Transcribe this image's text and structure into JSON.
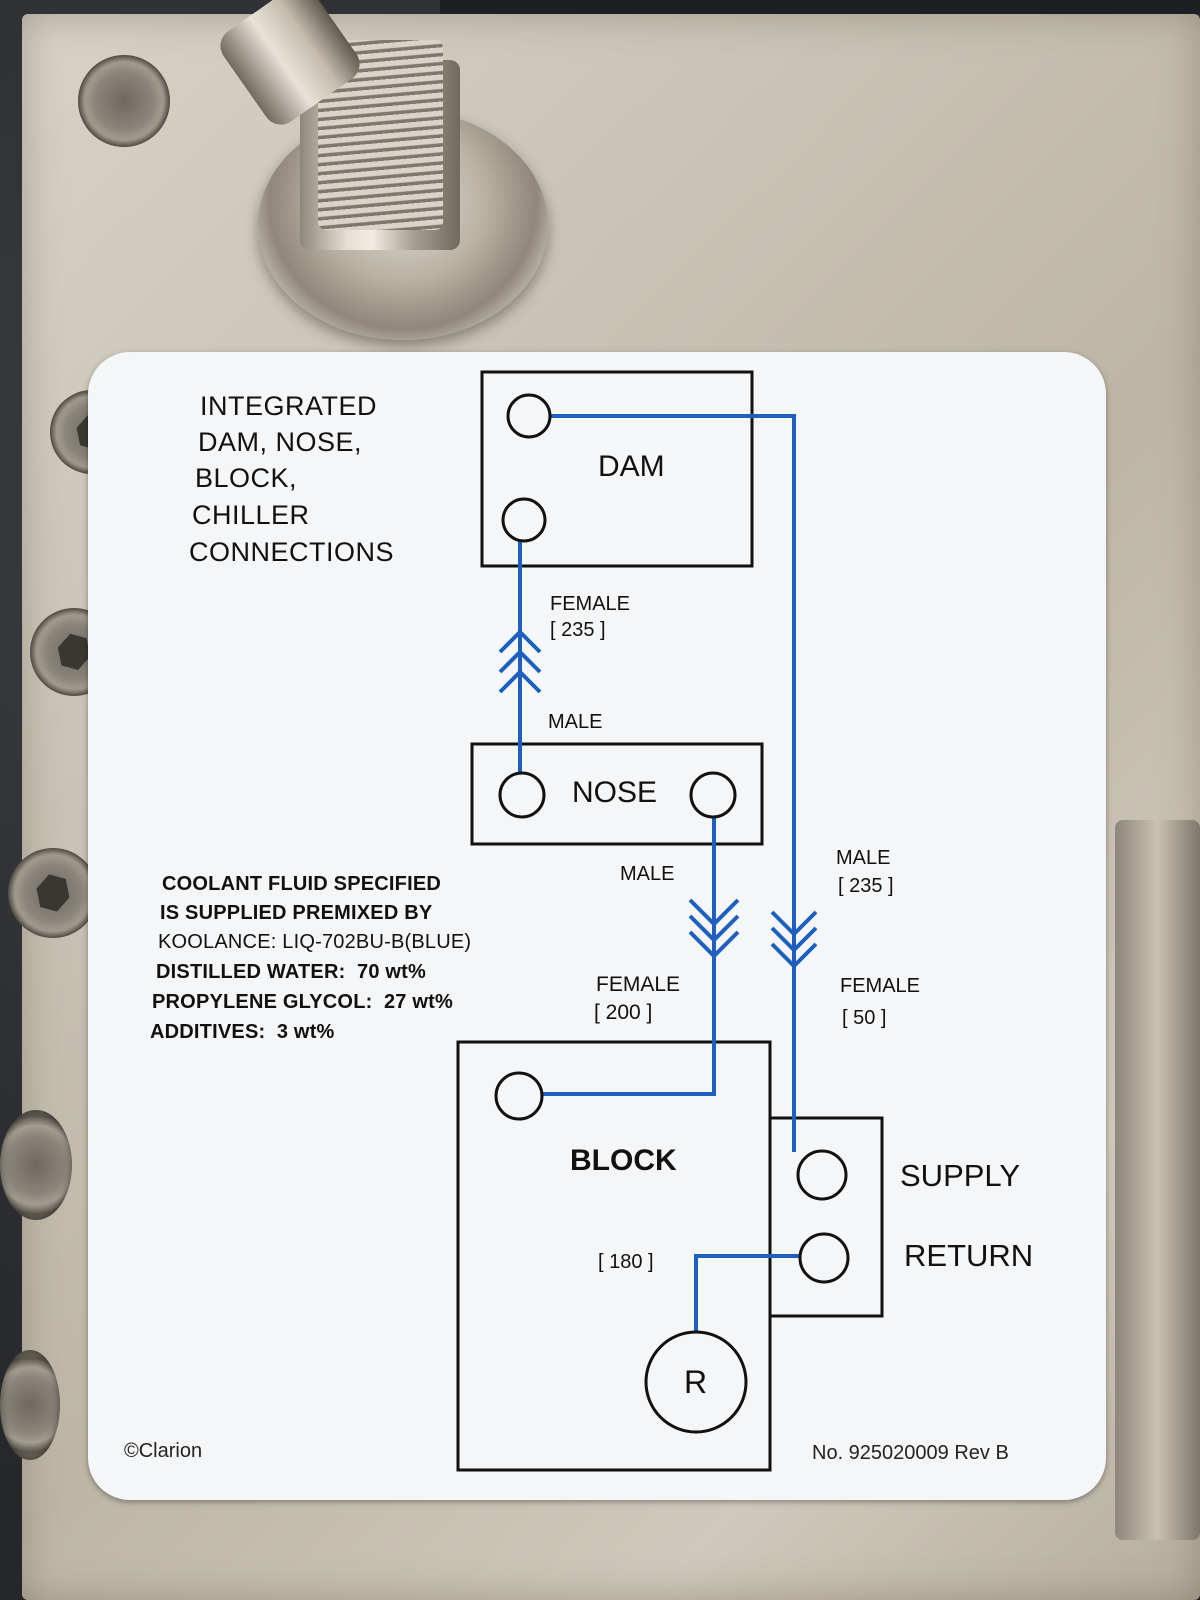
{
  "label": {
    "title_lines": [
      "INTEGRATED",
      "DAM, NOSE,",
      "BLOCK,",
      "CHILLER",
      "CONNECTIONS"
    ],
    "coolant_lines": [
      "COOLANT FLUID SPECIFIED",
      "IS SUPPLIED PREMIXED BY",
      "KOOLANCE: LIQ-702BU-B(BLUE)",
      "DISTILLED WATER:  70 wt%",
      "PROPYLENE GLYCOL:  27 wt%",
      "ADDITIVES:  3 wt%"
    ],
    "dam": "DAM",
    "nose": "NOSE",
    "block": "BLOCK",
    "supply": "SUPPLY",
    "return": "RETURN",
    "r": "R",
    "dam_nose_female": "FEMALE",
    "dam_nose_female_val": "[ 235 ]",
    "dam_nose_male": "MALE",
    "nose_block_male": "MALE",
    "nose_block_female": "FEMALE",
    "nose_block_female_val": "[ 200 ]",
    "supply_male": "MALE",
    "supply_male_val": "[ 235 ]",
    "supply_female": "FEMALE",
    "supply_female_val": "[ 50 ]",
    "block_val": "[ 180 ]",
    "copyright": "©Clarion",
    "part_no": "No. 925020009 Rev B"
  },
  "colors": {
    "line": "#1f5fbf",
    "ink": "#111111",
    "label_bg": "#f4f6f8"
  }
}
